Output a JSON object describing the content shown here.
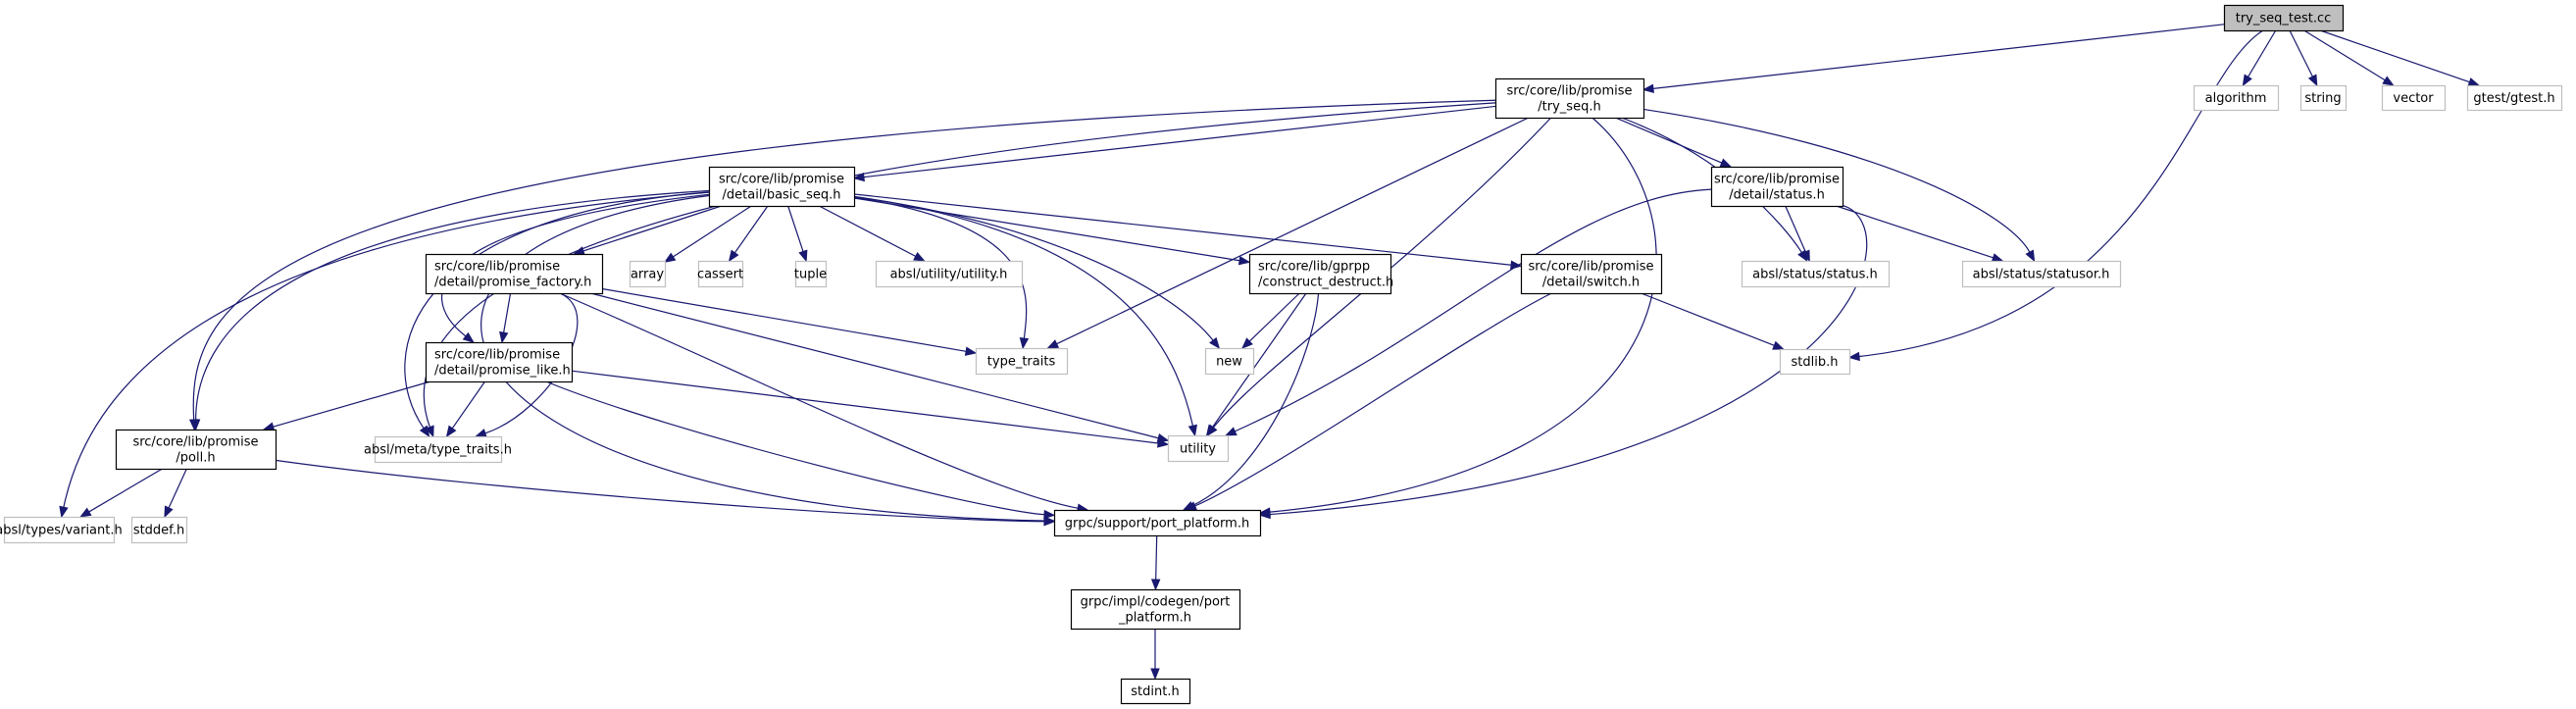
{
  "title": "try_seq_test.cc include dependency graph",
  "colors": {
    "edge": "#191970",
    "root_fill": "#bfbfbf",
    "node_border": "#000000",
    "external_border": "#bfbfbf"
  },
  "nodes": [
    {
      "id": "root",
      "kind": "root",
      "lines": [
        "try_seq_test.cc"
      ]
    },
    {
      "id": "algorithm",
      "kind": "external",
      "lines": [
        "algorithm"
      ]
    },
    {
      "id": "string",
      "kind": "external",
      "lines": [
        "string"
      ]
    },
    {
      "id": "vector",
      "kind": "external",
      "lines": [
        "vector"
      ]
    },
    {
      "id": "gtest",
      "kind": "external",
      "lines": [
        "gtest/gtest.h"
      ]
    },
    {
      "id": "try_seq",
      "kind": "internal",
      "lines": [
        "src/core/lib/promise",
        "/try_seq.h"
      ]
    },
    {
      "id": "basic_seq",
      "kind": "internal",
      "lines": [
        "src/core/lib/promise",
        "/detail/basic_seq.h"
      ]
    },
    {
      "id": "status_h",
      "kind": "internal",
      "lines": [
        "src/core/lib/promise",
        "/detail/status.h"
      ]
    },
    {
      "id": "promise_factory",
      "kind": "internal",
      "lines": [
        "src/core/lib/promise",
        "/detail/promise_factory.h"
      ]
    },
    {
      "id": "array",
      "kind": "external",
      "lines": [
        "array"
      ]
    },
    {
      "id": "cassert",
      "kind": "external",
      "lines": [
        "cassert"
      ]
    },
    {
      "id": "tuple",
      "kind": "external",
      "lines": [
        "tuple"
      ]
    },
    {
      "id": "absl_utility",
      "kind": "external",
      "lines": [
        "absl/utility/utility.h"
      ]
    },
    {
      "id": "construct",
      "kind": "internal",
      "lines": [
        "src/core/lib/gprpp",
        "/construct_destruct.h"
      ]
    },
    {
      "id": "switch_h",
      "kind": "internal",
      "lines": [
        "src/core/lib/promise",
        "/detail/switch.h"
      ]
    },
    {
      "id": "absl_status",
      "kind": "external",
      "lines": [
        "absl/status/status.h"
      ]
    },
    {
      "id": "absl_statusor",
      "kind": "external",
      "lines": [
        "absl/status/statusor.h"
      ]
    },
    {
      "id": "type_traits",
      "kind": "external",
      "lines": [
        "type_traits"
      ]
    },
    {
      "id": "new",
      "kind": "external",
      "lines": [
        "new"
      ]
    },
    {
      "id": "stdlib",
      "kind": "external",
      "lines": [
        "stdlib.h"
      ]
    },
    {
      "id": "promise_like",
      "kind": "internal",
      "lines": [
        "src/core/lib/promise",
        "/detail/promise_like.h"
      ]
    },
    {
      "id": "absl_meta",
      "kind": "external",
      "lines": [
        "absl/meta/type_traits.h"
      ]
    },
    {
      "id": "utility",
      "kind": "external",
      "lines": [
        "utility"
      ]
    },
    {
      "id": "poll",
      "kind": "internal",
      "lines": [
        "src/core/lib/promise",
        "/poll.h"
      ]
    },
    {
      "id": "absl_variant",
      "kind": "external",
      "lines": [
        "absl/types/variant.h"
      ]
    },
    {
      "id": "stddef",
      "kind": "external",
      "lines": [
        "stddef.h"
      ]
    },
    {
      "id": "port_platform",
      "kind": "internal",
      "lines": [
        "grpc/support/port_platform.h"
      ]
    },
    {
      "id": "codegen_port",
      "kind": "internal",
      "lines": [
        "grpc/impl/codegen/port",
        "_platform.h"
      ]
    },
    {
      "id": "stdint",
      "kind": "internal",
      "lines": [
        "stdint.h"
      ]
    }
  ],
  "edges": [
    [
      "root",
      "try_seq"
    ],
    [
      "root",
      "algorithm"
    ],
    [
      "root",
      "string"
    ],
    [
      "root",
      "vector"
    ],
    [
      "root",
      "gtest"
    ],
    [
      "root",
      "stdlib"
    ],
    [
      "try_seq",
      "basic_seq"
    ],
    [
      "try_seq",
      "status_h"
    ],
    [
      "try_seq",
      "poll"
    ],
    [
      "try_seq",
      "absl_meta"
    ],
    [
      "try_seq",
      "type_traits"
    ],
    [
      "try_seq",
      "utility"
    ],
    [
      "try_seq",
      "port_platform"
    ],
    [
      "try_seq",
      "absl_status"
    ],
    [
      "try_seq",
      "absl_statusor"
    ],
    [
      "basic_seq",
      "promise_factory"
    ],
    [
      "basic_seq",
      "array"
    ],
    [
      "basic_seq",
      "cassert"
    ],
    [
      "basic_seq",
      "tuple"
    ],
    [
      "basic_seq",
      "absl_utility"
    ],
    [
      "basic_seq",
      "construct"
    ],
    [
      "basic_seq",
      "switch_h"
    ],
    [
      "basic_seq",
      "type_traits"
    ],
    [
      "basic_seq",
      "new"
    ],
    [
      "basic_seq",
      "utility"
    ],
    [
      "basic_seq",
      "promise_like"
    ],
    [
      "basic_seq",
      "absl_meta"
    ],
    [
      "basic_seq",
      "poll"
    ],
    [
      "basic_seq",
      "absl_variant"
    ],
    [
      "basic_seq",
      "port_platform"
    ],
    [
      "status_h",
      "absl_status"
    ],
    [
      "status_h",
      "absl_statusor"
    ],
    [
      "status_h",
      "utility"
    ],
    [
      "status_h",
      "port_platform"
    ],
    [
      "promise_factory",
      "promise_like"
    ],
    [
      "promise_factory",
      "type_traits"
    ],
    [
      "promise_factory",
      "utility"
    ],
    [
      "promise_factory",
      "absl_meta"
    ],
    [
      "promise_factory",
      "port_platform"
    ],
    [
      "construct",
      "new"
    ],
    [
      "construct",
      "utility"
    ],
    [
      "construct",
      "port_platform"
    ],
    [
      "switch_h",
      "stdlib"
    ],
    [
      "switch_h",
      "port_platform"
    ],
    [
      "promise_like",
      "poll"
    ],
    [
      "promise_like",
      "absl_meta"
    ],
    [
      "promise_like",
      "utility"
    ],
    [
      "promise_like",
      "port_platform"
    ],
    [
      "poll",
      "absl_variant"
    ],
    [
      "poll",
      "stddef"
    ],
    [
      "poll",
      "port_platform"
    ],
    [
      "port_platform",
      "codegen_port"
    ],
    [
      "codegen_port",
      "stdint"
    ]
  ]
}
